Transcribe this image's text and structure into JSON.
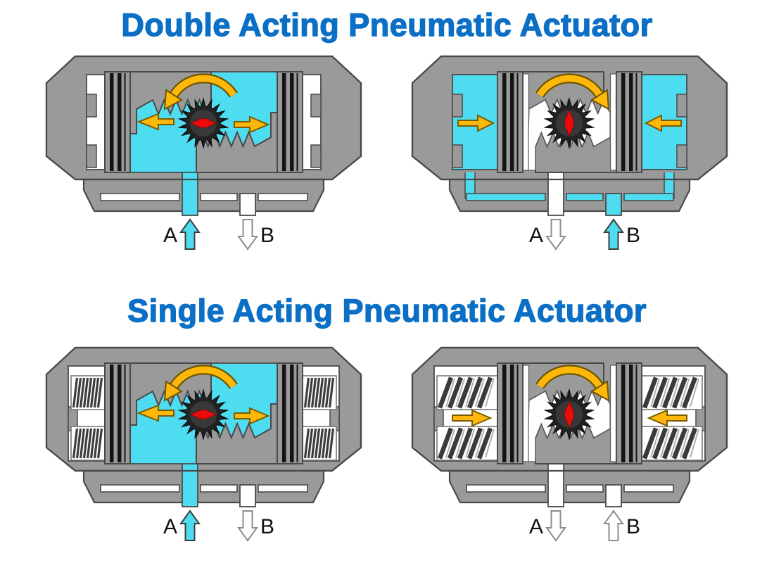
{
  "titles": [
    {
      "id": "double",
      "text": "Double Acting Pneumatic Actuator"
    },
    {
      "id": "single",
      "text": "Single Acting Pneumatic Actuator"
    }
  ],
  "colors": {
    "title_blue": "#0B6FC5",
    "air_cyan": "#4DDCF0",
    "body_gray": "#9A9A9A",
    "outline": "#4A4A4A",
    "seal_black": "#141414",
    "gear_dark": "#232323",
    "gear_inner": "#383838",
    "indicator_red": "#EC0B0B",
    "arrow_yellow": "#FFB80A",
    "arrow_yellow_dark": "#7A5C00",
    "white": "#FFFFFF",
    "label_black": "#111111"
  },
  "port_labels": {
    "a": "A",
    "b": "B"
  },
  "diagrams": [
    {
      "id": "double-acting-a-pressurized",
      "group": "double",
      "position": "top-left",
      "state": "pistons-outward",
      "rotation": "counterclockwise",
      "springs": false,
      "pressurized_zone": "center",
      "port_a": {
        "label": "A",
        "arrow": "up",
        "pressurized": true
      },
      "port_b": {
        "label": "B",
        "arrow": "down",
        "pressurized": false
      }
    },
    {
      "id": "double-acting-b-pressurized",
      "group": "double",
      "position": "top-right",
      "state": "pistons-inward",
      "rotation": "clockwise",
      "springs": false,
      "pressurized_zone": "ends",
      "port_a": {
        "label": "A",
        "arrow": "down",
        "pressurized": false
      },
      "port_b": {
        "label": "B",
        "arrow": "up",
        "pressurized": true
      }
    },
    {
      "id": "single-acting-a-pressurized",
      "group": "single",
      "position": "bottom-left",
      "state": "pistons-outward",
      "rotation": "counterclockwise",
      "springs": true,
      "pressurized_zone": "center",
      "port_a": {
        "label": "A",
        "arrow": "up",
        "pressurized": true
      },
      "port_b": {
        "label": "B",
        "arrow": "down",
        "pressurized": false
      }
    },
    {
      "id": "single-acting-spring-return",
      "group": "single",
      "position": "bottom-right",
      "state": "pistons-inward",
      "rotation": "clockwise",
      "springs": true,
      "pressurized_zone": "none",
      "port_a": {
        "label": "A",
        "arrow": "down",
        "pressurized": false
      },
      "port_b": {
        "label": "B",
        "arrow": "up",
        "pressurized": false
      }
    }
  ]
}
